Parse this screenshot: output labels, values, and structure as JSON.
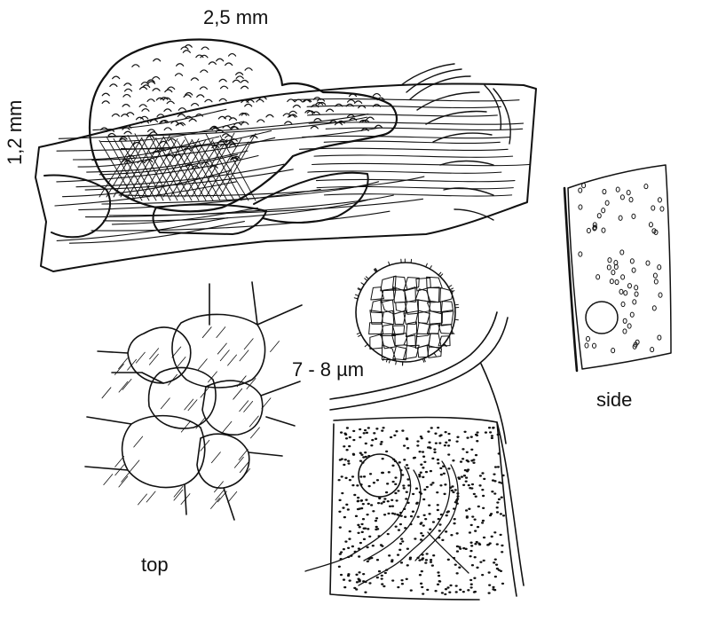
{
  "labels": {
    "fruitbody_length": "2,5 mm",
    "fruitbody_height": "1,2 mm",
    "spore_size": "7 - 8 µm",
    "view_top": "top",
    "view_side": "side"
  },
  "colors": {
    "ink": "#111111",
    "paper": "#ffffff"
  }
}
